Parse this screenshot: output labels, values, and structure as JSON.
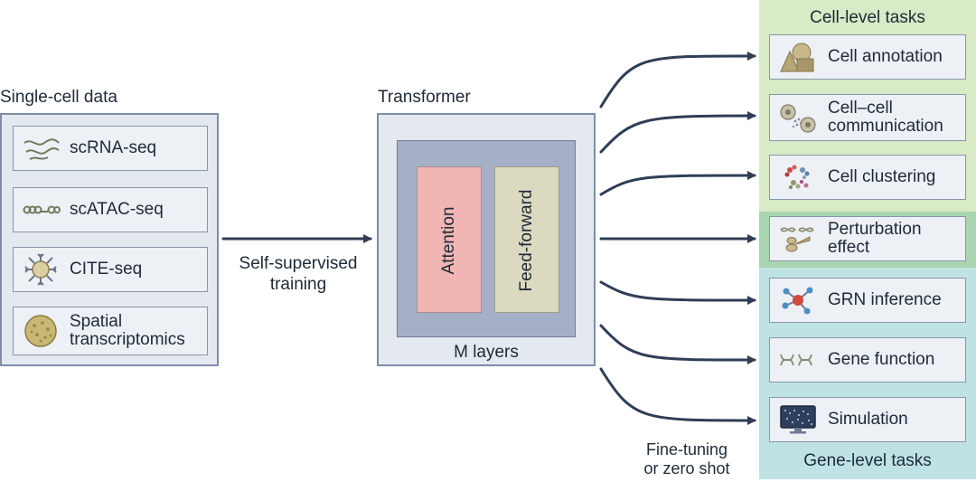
{
  "single_cell": {
    "title": "Single-cell data",
    "items": [
      {
        "label": "scRNA-seq",
        "icon": "rna-strands-icon"
      },
      {
        "label": "scATAC-seq",
        "icon": "chromatin-icon"
      },
      {
        "label": "CITE-seq",
        "icon": "antibody-cell-icon"
      },
      {
        "label_line1": "Spatial",
        "label_line2": "transcriptomics",
        "icon": "tissue-section-icon"
      }
    ]
  },
  "training": {
    "line1": "Self-supervised",
    "line2": "training"
  },
  "transformer": {
    "title": "Transformer",
    "attention": "Attention",
    "feed_forward": "Feed-forward",
    "layers": "M layers"
  },
  "fine_tuning": {
    "line1": "Fine-tuning",
    "line2": "or zero shot"
  },
  "cell_tasks": {
    "title": "Cell-level tasks",
    "items": [
      {
        "label": "Cell annotation",
        "icon": "shapes-icon"
      },
      {
        "label_line1": "Cell–cell",
        "label_line2": "communication",
        "icon": "cell-signal-icon"
      },
      {
        "label": "Cell clustering",
        "icon": "cluster-icon"
      }
    ]
  },
  "perturbation": {
    "line1": "Perturbation",
    "line2": "effect",
    "icon": "dna-scissors-icon"
  },
  "gene_tasks": {
    "title": "Gene-level tasks",
    "items": [
      {
        "label": "GRN inference",
        "icon": "network-icon"
      },
      {
        "label": "Gene function",
        "icon": "dna-icon"
      },
      {
        "label": "Simulation",
        "icon": "monitor-icon"
      }
    ]
  },
  "colors": {
    "panel_fill": "#e4e8ef",
    "panel_border": "#7d8ea6",
    "arrow": "#2f3e56",
    "attention_fill": "#f1b6b4",
    "feedforward_fill": "#dcd9c1",
    "cell_tasks_bg": "#d8ebc6",
    "perturbation_bg": "#a9d6b0",
    "gene_tasks_bg": "#bfe3e5"
  }
}
